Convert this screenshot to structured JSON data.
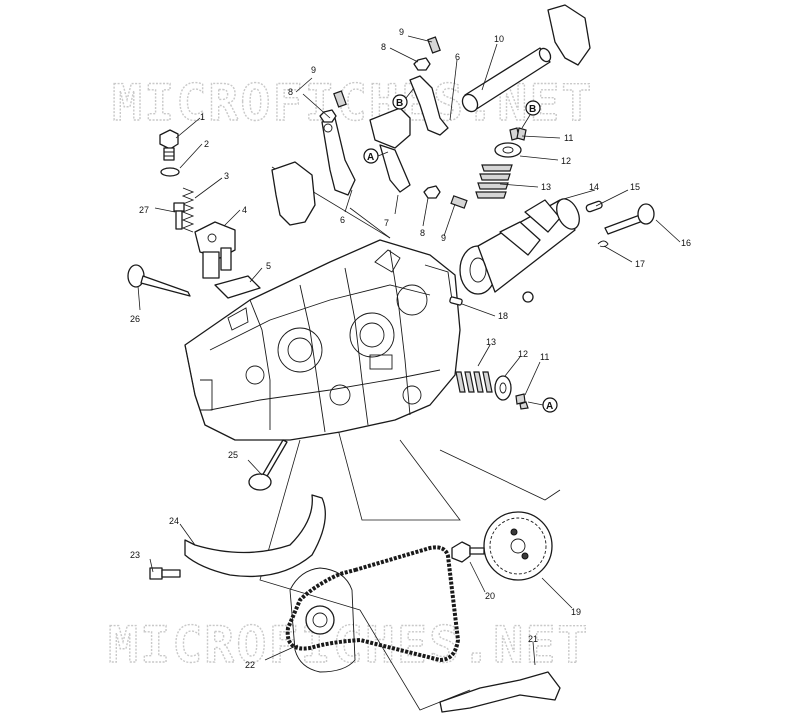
{
  "watermark": {
    "text": "MICROFICHES.NET"
  },
  "callouts": [
    {
      "id": "c1",
      "label": "1"
    },
    {
      "id": "c2",
      "label": "2"
    },
    {
      "id": "c3",
      "label": "3"
    },
    {
      "id": "c4",
      "label": "4"
    },
    {
      "id": "c5",
      "label": "5"
    },
    {
      "id": "c6a",
      "label": "6"
    },
    {
      "id": "c6b",
      "label": "6"
    },
    {
      "id": "c7",
      "label": "7"
    },
    {
      "id": "c8a",
      "label": "8"
    },
    {
      "id": "c8b",
      "label": "8"
    },
    {
      "id": "c8c",
      "label": "8"
    },
    {
      "id": "c9a",
      "label": "9"
    },
    {
      "id": "c9b",
      "label": "9"
    },
    {
      "id": "c9c",
      "label": "9"
    },
    {
      "id": "c10",
      "label": "10"
    },
    {
      "id": "c11a",
      "label": "11"
    },
    {
      "id": "c11b",
      "label": "11"
    },
    {
      "id": "c12a",
      "label": "12"
    },
    {
      "id": "c12b",
      "label": "12"
    },
    {
      "id": "c13a",
      "label": "13"
    },
    {
      "id": "c13b",
      "label": "13"
    },
    {
      "id": "c14",
      "label": "14"
    },
    {
      "id": "c15",
      "label": "15"
    },
    {
      "id": "c16",
      "label": "16"
    },
    {
      "id": "c17",
      "label": "17"
    },
    {
      "id": "c18",
      "label": "18"
    },
    {
      "id": "c19",
      "label": "19"
    },
    {
      "id": "c20",
      "label": "20"
    },
    {
      "id": "c21",
      "label": "21"
    },
    {
      "id": "c22",
      "label": "22"
    },
    {
      "id": "c23",
      "label": "23"
    },
    {
      "id": "c24",
      "label": "24"
    },
    {
      "id": "c25",
      "label": "25"
    },
    {
      "id": "c26",
      "label": "26"
    },
    {
      "id": "c27",
      "label": "27"
    }
  ],
  "reference_marks": [
    {
      "id": "refA1",
      "label": "A"
    },
    {
      "id": "refA2",
      "label": "A"
    },
    {
      "id": "refB1",
      "label": "B"
    },
    {
      "id": "refB2",
      "label": "B"
    }
  ]
}
